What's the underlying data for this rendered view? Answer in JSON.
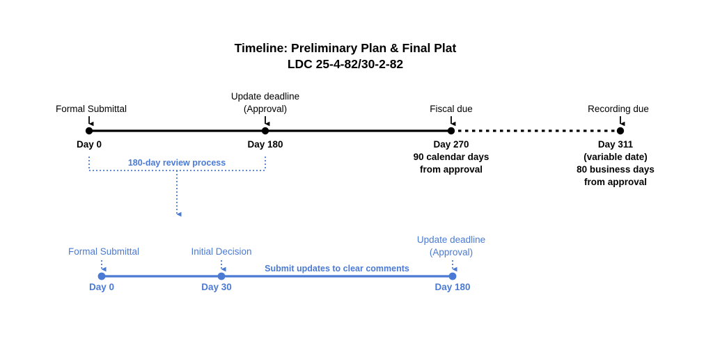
{
  "title": {
    "line1": "Timeline: Preliminary Plan & Final Plat",
    "line2": "LDC 25-4-82/30-2-82"
  },
  "colors": {
    "primary_black": "#000000",
    "accent_blue": "#4a7ad4",
    "background": "#ffffff"
  },
  "main_timeline": {
    "milestones": [
      {
        "label_line1": "Formal Submittal",
        "label_line2": "",
        "day": "Day 0",
        "detail_line1": "",
        "detail_line2": "",
        "detail_line3": ""
      },
      {
        "label_line1": "Update deadline",
        "label_line2": "(Approval)",
        "day": "Day 180",
        "detail_line1": "",
        "detail_line2": "",
        "detail_line3": ""
      },
      {
        "label_line1": "Fiscal due",
        "label_line2": "",
        "day": "Day 270",
        "detail_line1": "90 calendar days",
        "detail_line2": "from approval",
        "detail_line3": ""
      },
      {
        "label_line1": "Recording due",
        "label_line2": "",
        "day": "Day 311",
        "detail_line1": "(variable date)",
        "detail_line2": "80 business days",
        "detail_line3": "from approval"
      }
    ]
  },
  "bracket": {
    "label": "180-day review process"
  },
  "detail_timeline": {
    "annotation": "Submit updates to clear comments",
    "milestones": [
      {
        "label_line1": "Formal Submittal",
        "label_line2": "",
        "day": "Day 0"
      },
      {
        "label_line1": "Initial Decision",
        "label_line2": "",
        "day": "Day 30"
      },
      {
        "label_line1": "Update deadline",
        "label_line2": "(Approval)",
        "day": "Day 180"
      }
    ]
  }
}
